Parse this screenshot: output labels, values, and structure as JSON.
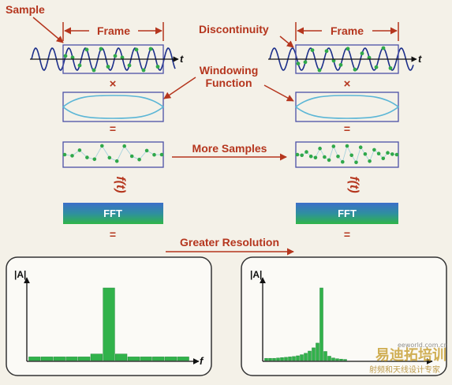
{
  "labels": {
    "sample": "Sample",
    "frame_left": "Frame",
    "frame_right": "Frame",
    "discontinuity": "Discontinuity",
    "windowing_line1": "Windowing",
    "windowing_line2": "Function",
    "more_samples": "More Samples",
    "greater_resolution": "Greater Resolution",
    "time_axis": "t",
    "times_symbol": "×",
    "equals_symbol": "=",
    "fourier_symbol": "f(t)",
    "fft_block": "FFT",
    "amplitude_axis": "|A|",
    "frequency_axis": "f"
  },
  "watermark": {
    "logo_text": "易迪拓培训",
    "tagline": "射频和天线设计专家",
    "site_text": "eeworld.com.cn"
  },
  "colors": {
    "accent_red": "#b5361e",
    "frame_blue": "#4a4fa6",
    "wave_blue": "#1c2f8a",
    "sample_green": "#2fa84a",
    "window_curve": "#5bb6d6",
    "bar_green": "#31b24b",
    "background": "#f4f1e8"
  },
  "spectra": {
    "left": [
      1,
      1,
      1,
      1,
      1,
      1.8,
      20,
      1.8,
      1,
      1,
      1,
      1,
      1
    ],
    "right": [
      0.6,
      0.6,
      0.6,
      0.7,
      0.8,
      0.9,
      1.0,
      1.1,
      1.3,
      1.6,
      2.0,
      2.6,
      3.5,
      4.8,
      20,
      2.5,
      1.2,
      0.7,
      0.5,
      0.4,
      0.3
    ]
  }
}
